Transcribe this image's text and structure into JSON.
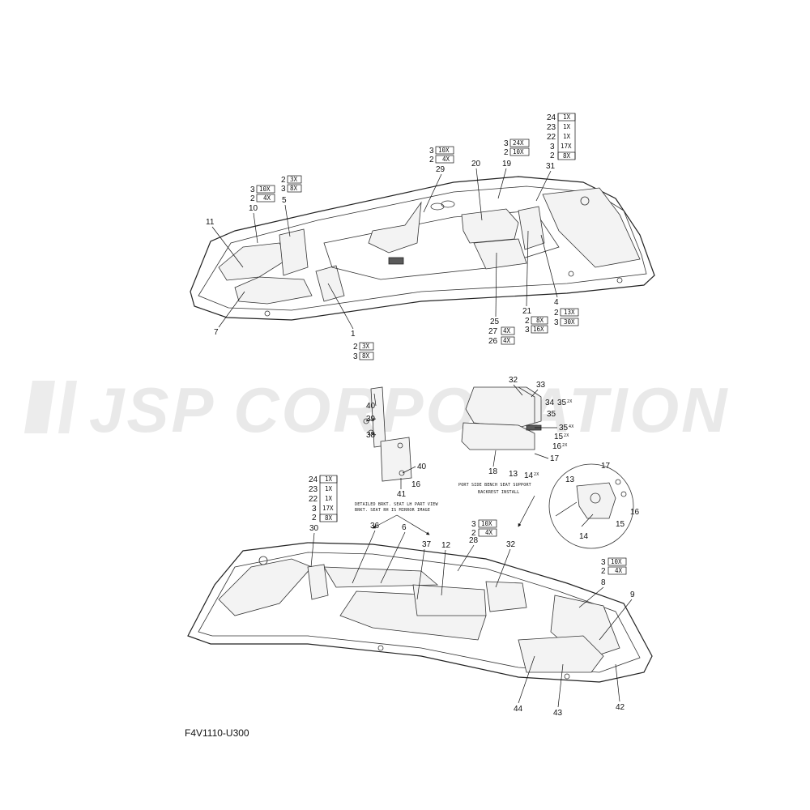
{
  "watermark": "JSP CORPORATION",
  "part_number": "F4V1110-U300",
  "notes": {
    "bracket_line1": "DETAILED BRKT. SEAT LH PART VIEW",
    "bracket_line2": "BRKT. SEAT RH IS MIRROR IMAGE",
    "bench_line1": "PORT SIDE BENCH SEAT SUPPORT",
    "bench_line2": "BACKREST INSTALL"
  },
  "callouts_top": [
    {
      "n": "11"
    },
    {
      "n": "10"
    },
    {
      "n": "5"
    },
    {
      "n": "29"
    },
    {
      "n": "20"
    },
    {
      "n": "19"
    },
    {
      "n": "31"
    },
    {
      "n": "7"
    },
    {
      "n": "1"
    },
    {
      "n": "25"
    },
    {
      "n": "21"
    },
    {
      "n": "4"
    }
  ],
  "callouts_mid": [
    {
      "n": "32"
    },
    {
      "n": "33"
    },
    {
      "n": "34"
    },
    {
      "n": "35"
    },
    {
      "n": "35"
    },
    {
      "n": "15"
    },
    {
      "n": "16"
    },
    {
      "n": "17"
    },
    {
      "n": "18"
    },
    {
      "n": "13"
    },
    {
      "n": "14"
    },
    {
      "n": "40"
    },
    {
      "n": "39"
    },
    {
      "n": "38"
    },
    {
      "n": "40"
    },
    {
      "n": "16"
    },
    {
      "n": "41"
    },
    {
      "n": "17"
    },
    {
      "n": "13"
    },
    {
      "n": "16"
    },
    {
      "n": "15"
    },
    {
      "n": "14"
    }
  ],
  "mid_suffix": {
    "s35a": "2X",
    "s35b": "4X",
    "s15": "2X",
    "s16": "2X",
    "s14": "2X"
  },
  "callouts_bottom": [
    {
      "n": "30"
    },
    {
      "n": "36"
    },
    {
      "n": "6"
    },
    {
      "n": "37"
    },
    {
      "n": "28"
    },
    {
      "n": "12"
    },
    {
      "n": "32"
    },
    {
      "n": "8"
    },
    {
      "n": "9"
    },
    {
      "n": "44"
    },
    {
      "n": "43"
    },
    {
      "n": "42"
    }
  ],
  "qty_groups": {
    "g_top_left": [
      {
        "ref": "3",
        "qty": "10X"
      },
      {
        "ref": "2",
        "qty": "4X"
      }
    ],
    "g_top_5": [
      {
        "ref": "2",
        "qty": "3X"
      },
      {
        "ref": "3",
        "qty": "8X"
      }
    ],
    "g_top_29": [
      {
        "ref": "3",
        "qty": "10X"
      },
      {
        "ref": "2",
        "qty": "4X"
      }
    ],
    "g_top_19": [
      {
        "ref": "3",
        "qty": "24X"
      },
      {
        "ref": "2",
        "qty": "10X"
      }
    ],
    "g_top_31": [
      {
        "ref": "24",
        "qty": "1X"
      },
      {
        "ref": "23",
        "qty": "1X"
      },
      {
        "ref": "22",
        "qty": "1X"
      },
      {
        "ref": "3",
        "qty": "17X"
      },
      {
        "ref": "2",
        "qty": "8X"
      }
    ],
    "g_top_1": [
      {
        "ref": "2",
        "qty": "3X"
      },
      {
        "ref": "3",
        "qty": "8X"
      }
    ],
    "g_top_25": [
      {
        "ref": "27",
        "qty": "4X"
      },
      {
        "ref": "26",
        "qty": "4X"
      }
    ],
    "g_top_21": [
      {
        "ref": "2",
        "qty": "8X"
      },
      {
        "ref": "3",
        "qty": "16X"
      }
    ],
    "g_top_4": [
      {
        "ref": "2",
        "qty": "13X"
      },
      {
        "ref": "3",
        "qty": "30X"
      }
    ],
    "g_bot_30": [
      {
        "ref": "24",
        "qty": "1X"
      },
      {
        "ref": "23",
        "qty": "1X"
      },
      {
        "ref": "22",
        "qty": "1X"
      },
      {
        "ref": "3",
        "qty": "17X"
      },
      {
        "ref": "2",
        "qty": "8X"
      }
    ],
    "g_bot_28": [
      {
        "ref": "3",
        "qty": "10X"
      },
      {
        "ref": "2",
        "qty": "4X"
      }
    ],
    "g_bot_8": [
      {
        "ref": "3",
        "qty": "10X"
      },
      {
        "ref": "2",
        "qty": "4X"
      }
    ]
  }
}
